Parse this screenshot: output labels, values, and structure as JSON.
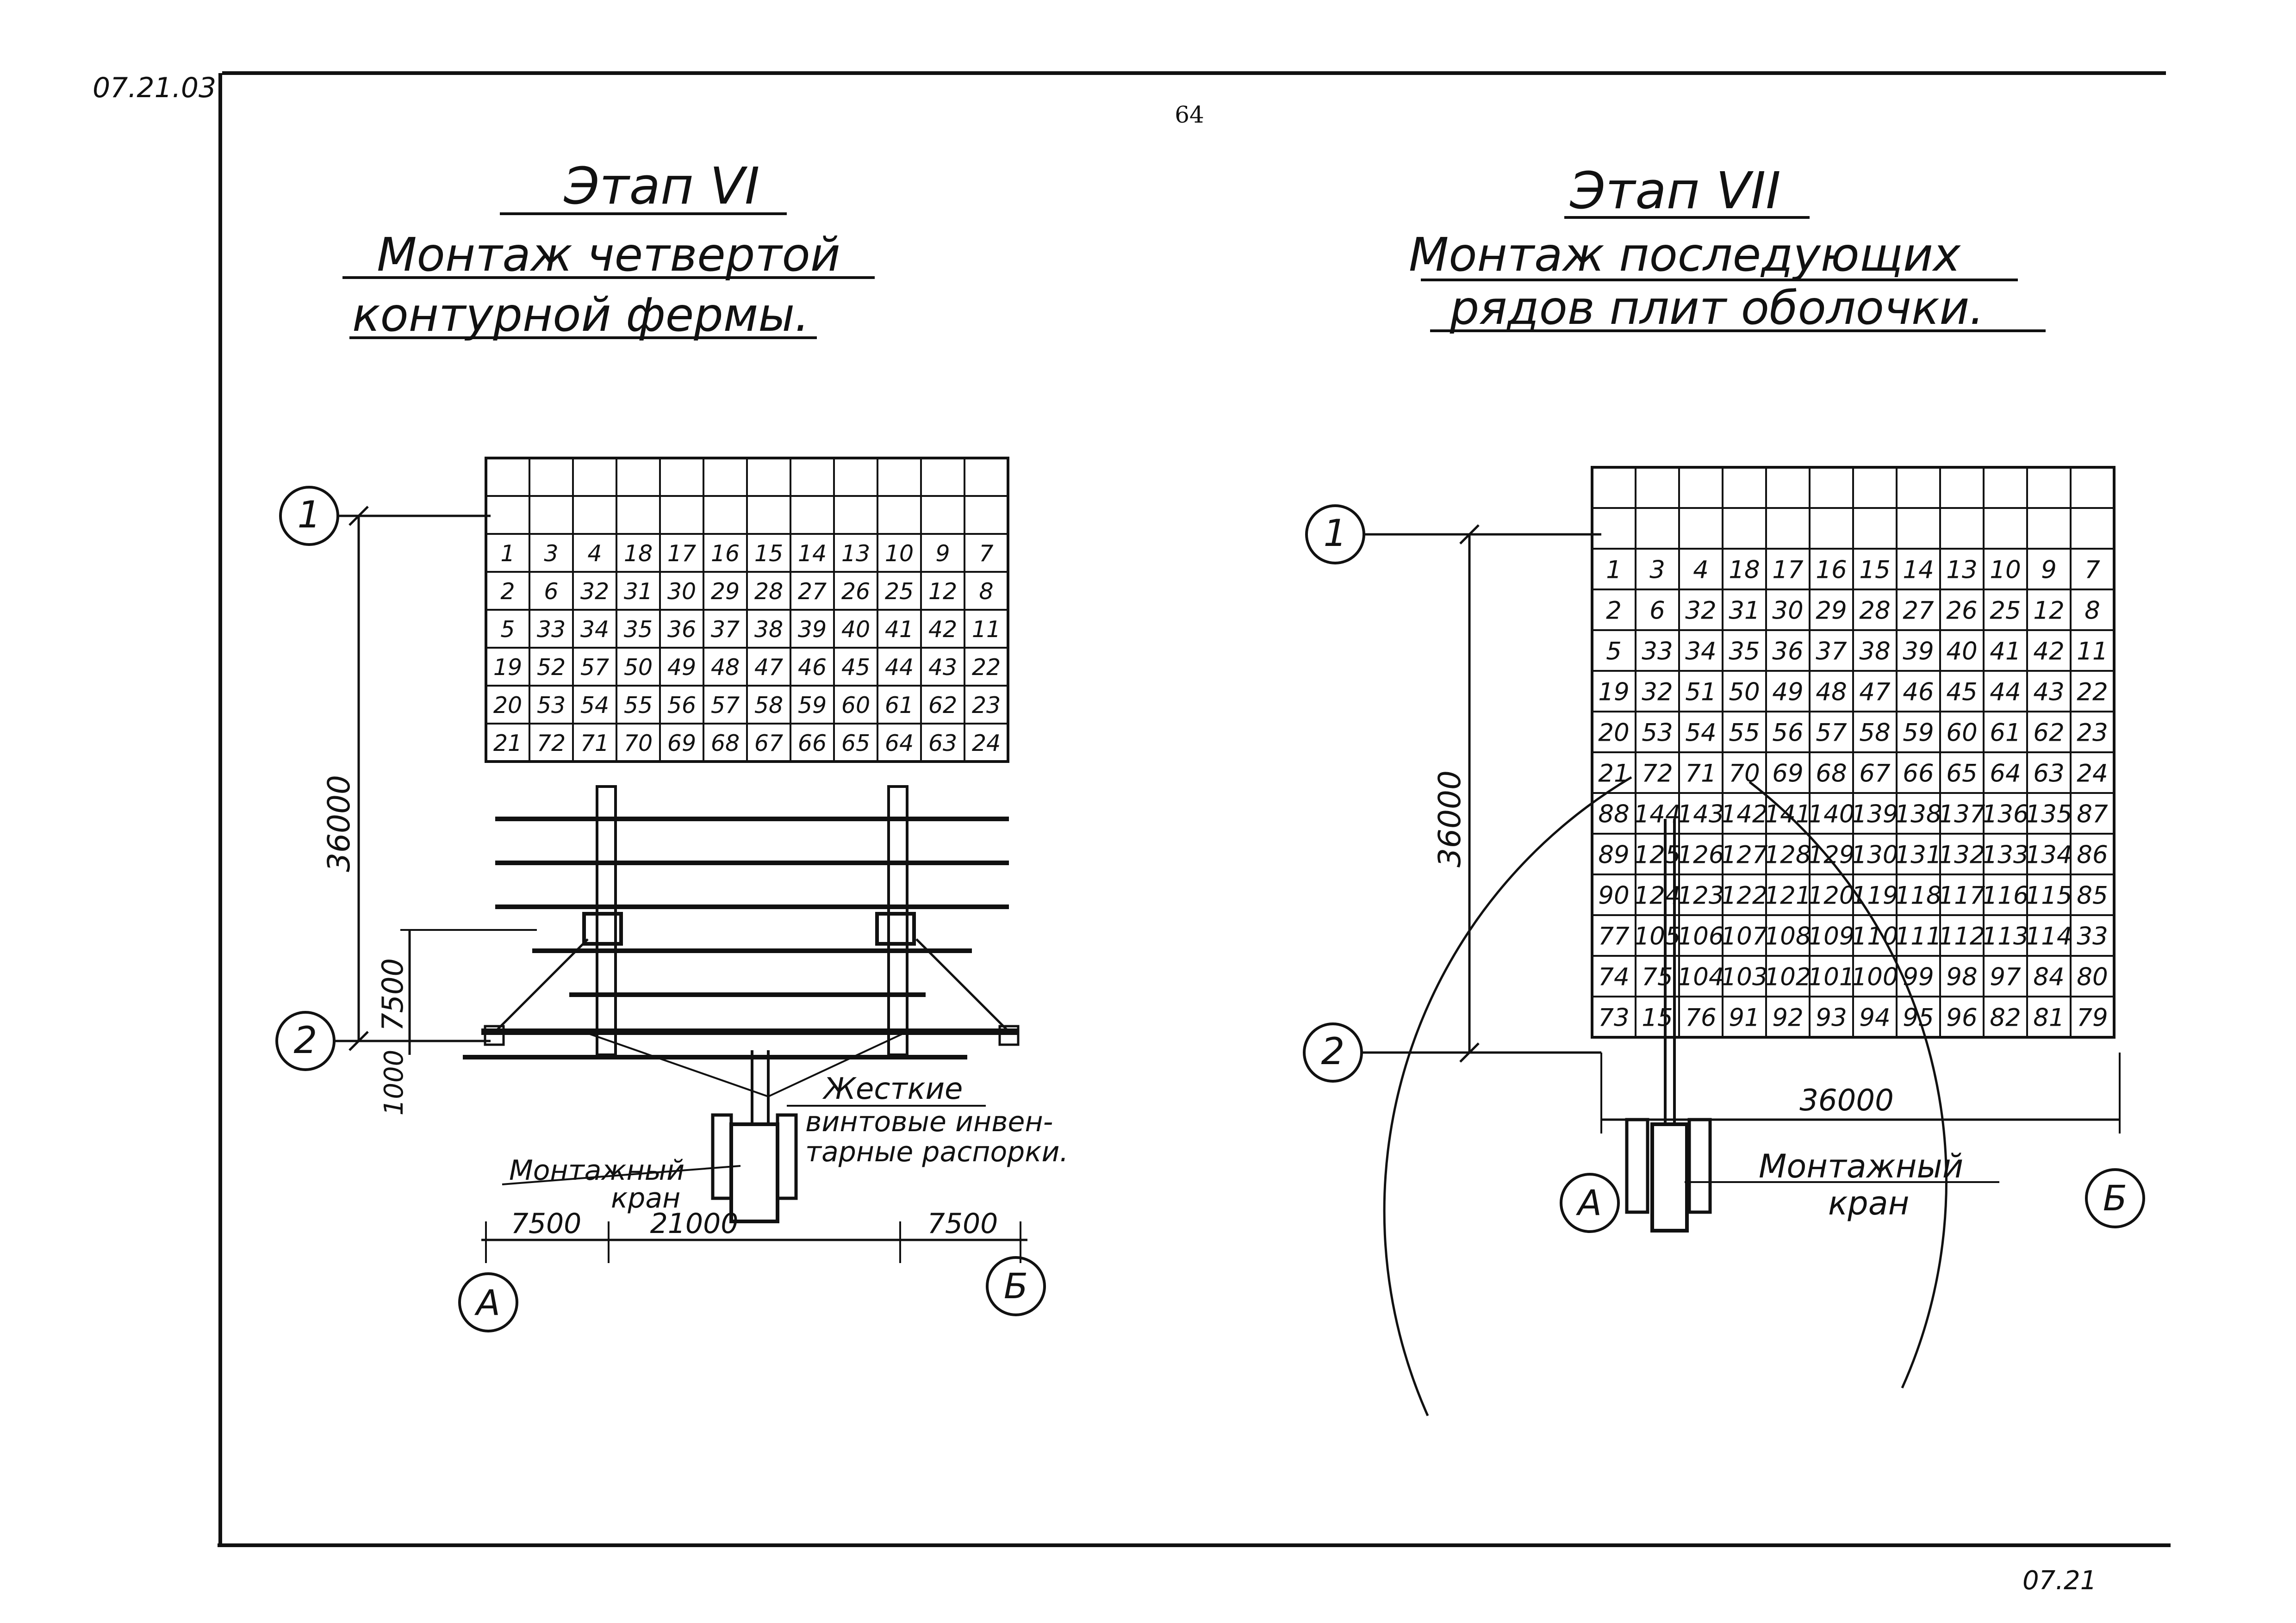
{
  "sheet": {
    "code_top": "07.21.03",
    "page_number": "64",
    "code_bottom": "07.21"
  },
  "stage6": {
    "title": "Этап VI",
    "subtitle1": "Монтаж четвертой",
    "subtitle2": "контурной фермы.",
    "rows": [
      [
        "1",
        "3",
        "4",
        "18",
        "17",
        "16",
        "15",
        "14",
        "13",
        "10",
        "9",
        "7"
      ],
      [
        "2",
        "6",
        "32",
        "31",
        "30",
        "29",
        "28",
        "27",
        "26",
        "25",
        "12",
        "8"
      ],
      [
        "5",
        "33",
        "34",
        "35",
        "36",
        "37",
        "38",
        "39",
        "40",
        "41",
        "42",
        "11"
      ],
      [
        "19",
        "52",
        "57",
        "50",
        "49",
        "48",
        "47",
        "46",
        "45",
        "44",
        "43",
        "22"
      ],
      [
        "20",
        "53",
        "54",
        "55",
        "56",
        "57",
        "58",
        "59",
        "60",
        "61",
        "62",
        "23"
      ],
      [
        "21",
        "72",
        "71",
        "70",
        "69",
        "68",
        "67",
        "66",
        "65",
        "64",
        "63",
        "24"
      ]
    ],
    "axis1": "1",
    "axis2": "2",
    "axisA": "А",
    "axisB": "Б",
    "dim_vertical": "36000",
    "dim_7500": "7500",
    "dim_1000": "1000",
    "dim_left": "7500",
    "dim_mid": "21000",
    "dim_right": "7500",
    "label_rigid": "Жесткие",
    "label_screw1": "винтовые инвен-",
    "label_screw2": "тарные распорки.",
    "crane1": "Монтажный",
    "crane2": "кран"
  },
  "stage7": {
    "title": "Этап VII",
    "subtitle1": "Монтаж последующих",
    "subtitle2": "рядов плит оболочки.",
    "rows": [
      [
        "1",
        "3",
        "4",
        "18",
        "17",
        "16",
        "15",
        "14",
        "13",
        "10",
        "9",
        "7"
      ],
      [
        "2",
        "6",
        "32",
        "31",
        "30",
        "29",
        "28",
        "27",
        "26",
        "25",
        "12",
        "8"
      ],
      [
        "5",
        "33",
        "34",
        "35",
        "36",
        "37",
        "38",
        "39",
        "40",
        "41",
        "42",
        "11"
      ],
      [
        "19",
        "32",
        "51",
        "50",
        "49",
        "48",
        "47",
        "46",
        "45",
        "44",
        "43",
        "22"
      ],
      [
        "20",
        "53",
        "54",
        "55",
        "56",
        "57",
        "58",
        "59",
        "60",
        "61",
        "62",
        "23"
      ],
      [
        "21",
        "72",
        "71",
        "70",
        "69",
        "68",
        "67",
        "66",
        "65",
        "64",
        "63",
        "24"
      ],
      [
        "88",
        "144",
        "143",
        "142",
        "141",
        "140",
        "139",
        "138",
        "137",
        "136",
        "135",
        "87"
      ],
      [
        "89",
        "",
        "125",
        "126",
        "127",
        "128",
        "129",
        "130",
        "131",
        "132",
        "133",
        "134",
        "86"
      ],
      [
        "90",
        "",
        "124",
        "123",
        "122",
        "121",
        "120",
        "119",
        "118",
        "117",
        "116",
        "115",
        "85"
      ],
      [
        "77",
        "",
        "105",
        "106",
        "107",
        "108",
        "109",
        "110",
        "111",
        "112",
        "113",
        "114",
        "33"
      ],
      [
        "74",
        "",
        "75",
        "104",
        "103",
        "102",
        "101",
        "100",
        "99",
        "98",
        "97",
        "84",
        "80"
      ],
      [
        "73",
        "",
        "15",
        "76",
        "91",
        "92",
        "93",
        "94",
        "95",
        "96",
        "82",
        "81",
        "79"
      ]
    ],
    "axis1": "1",
    "axis2": "2",
    "axisA": "А",
    "axisB": "Б",
    "dim_vertical": "36000",
    "dim_horizontal": "36000",
    "crane1": "Монтажный",
    "crane2": "кран"
  }
}
